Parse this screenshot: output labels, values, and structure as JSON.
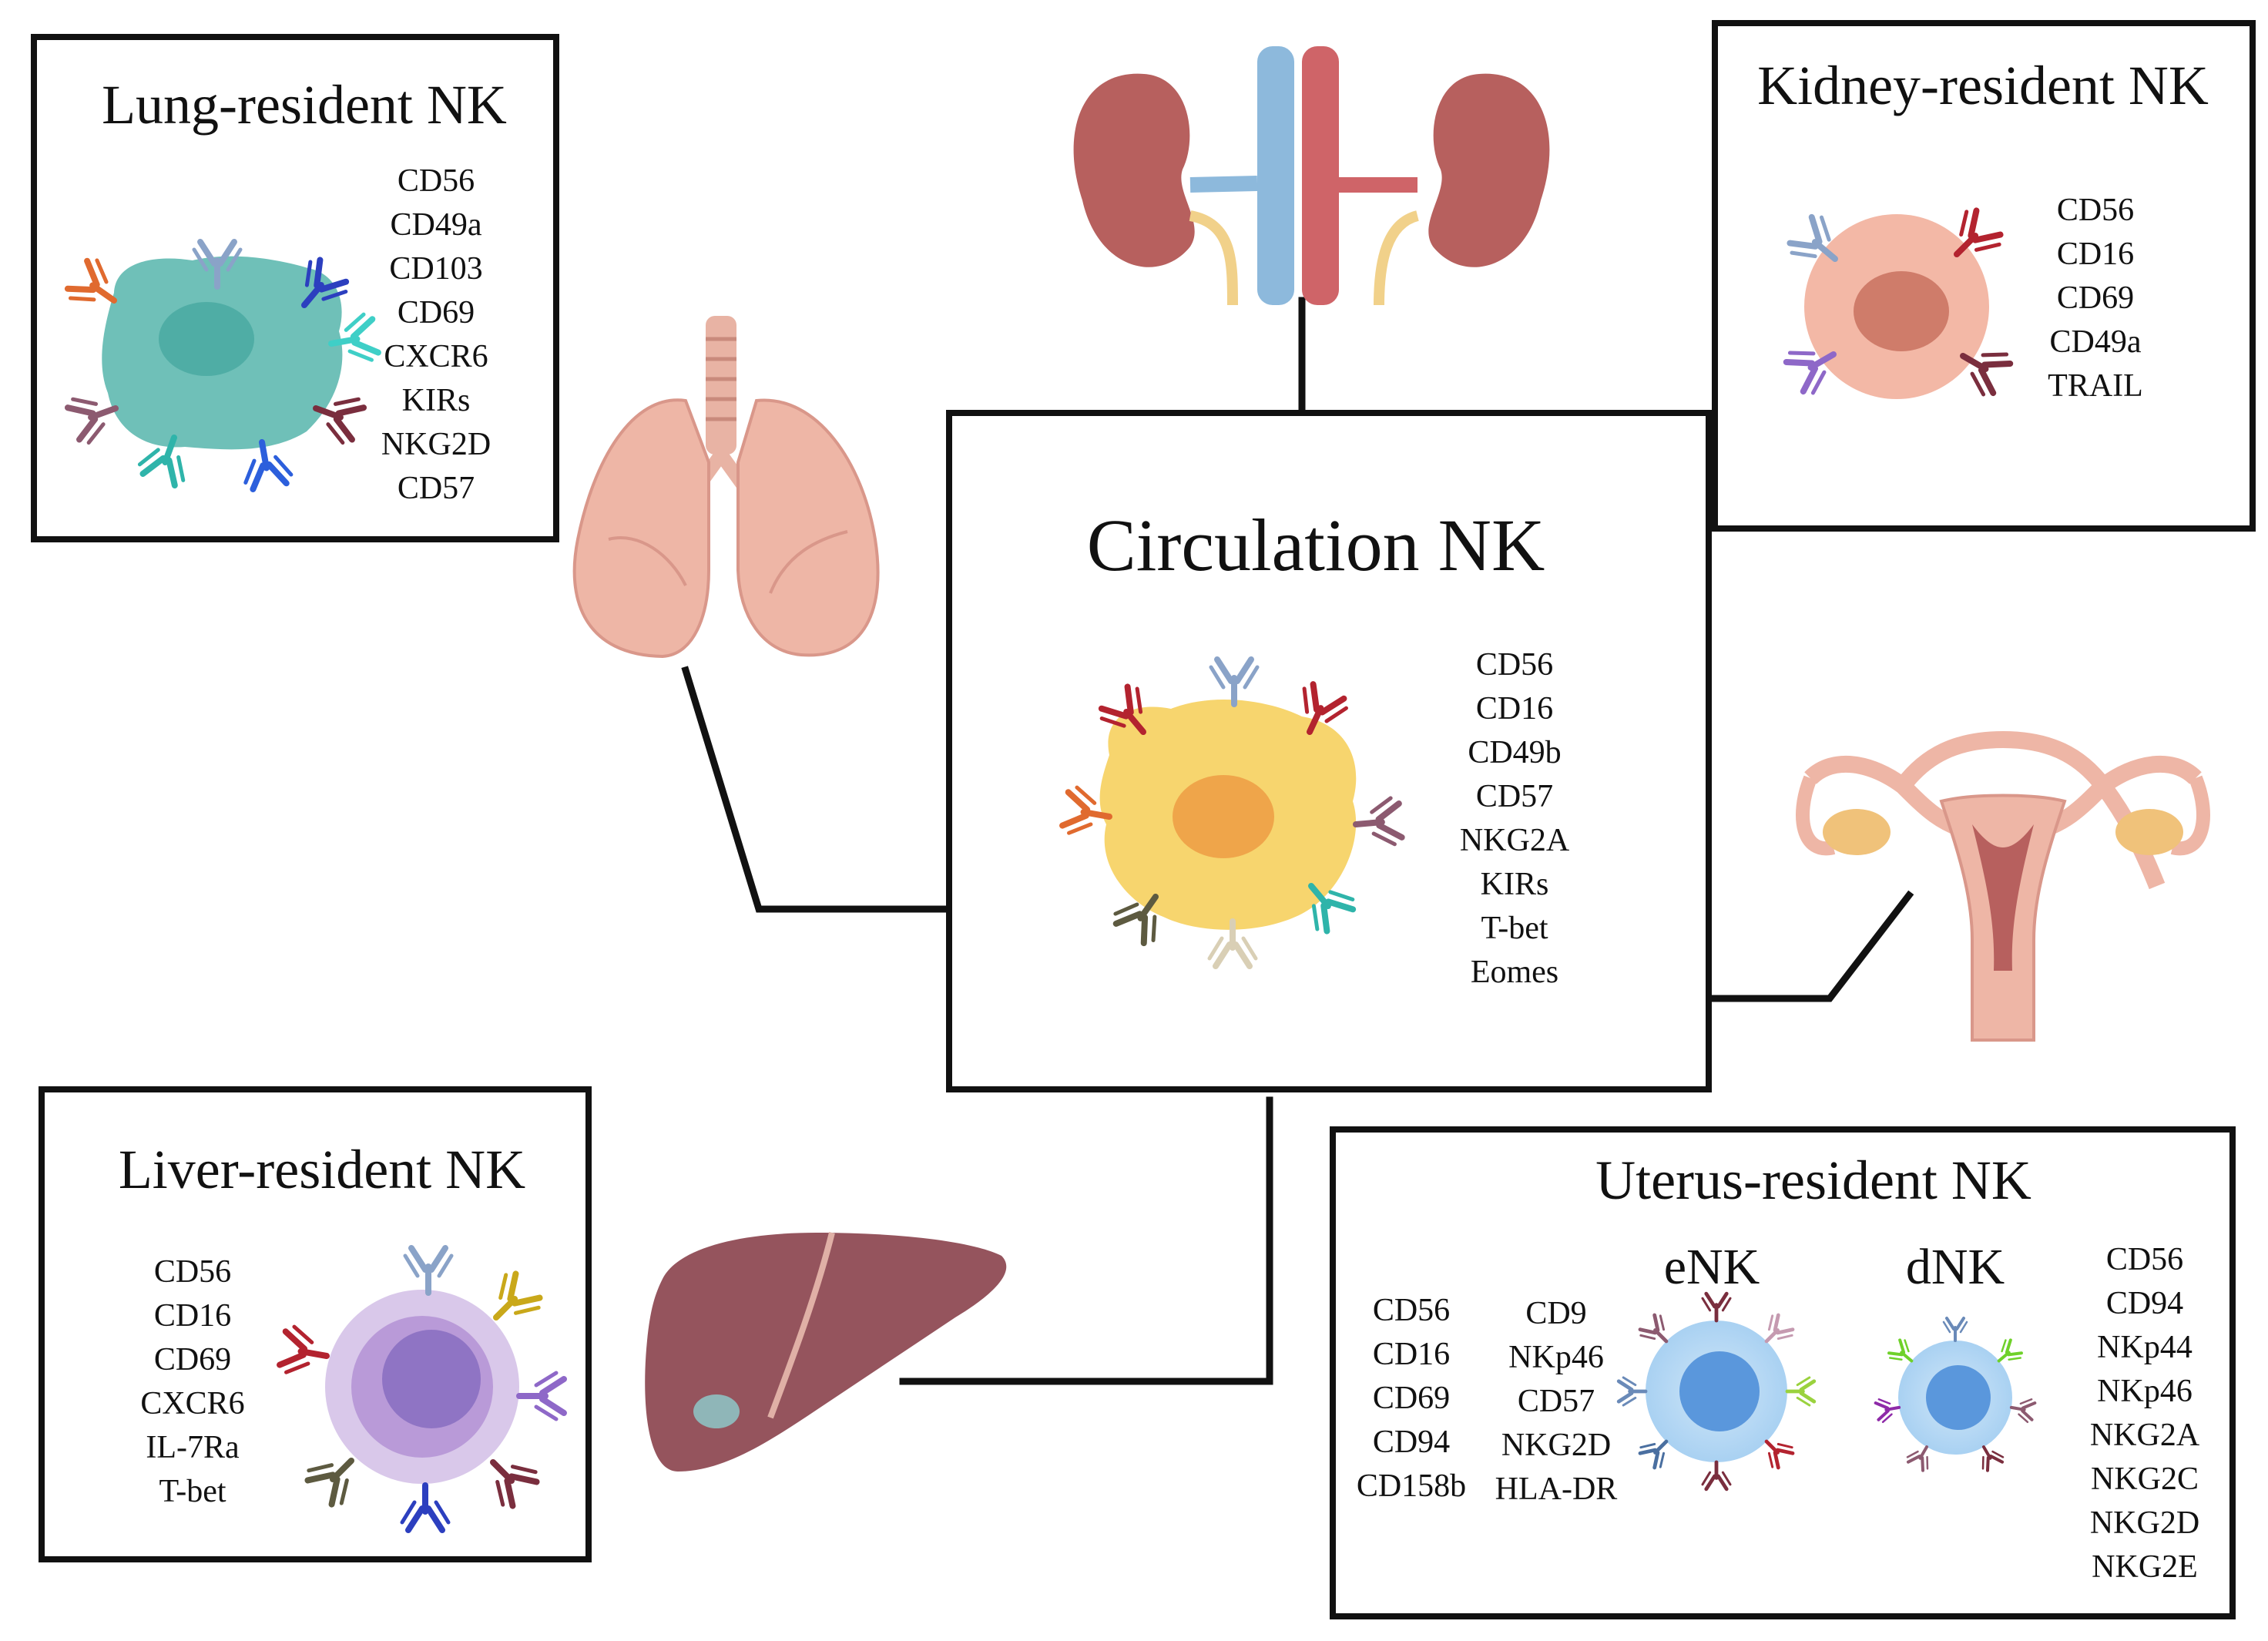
{
  "boxes": {
    "circulation": {
      "title": "Circulation NK",
      "markers": [
        "CD56",
        "CD16",
        "CD49b",
        "CD57",
        "NKG2A",
        "KIRs",
        "T-bet",
        "Eomes"
      ]
    },
    "lung": {
      "title": "Lung-resident NK",
      "markers": [
        "CD56",
        "CD49a",
        "CD103",
        "CD69",
        "CXCR6",
        "KIRs",
        "NKG2D",
        "CD57"
      ]
    },
    "kidney": {
      "title": "Kidney-resident NK",
      "markers": [
        "CD56",
        "CD16",
        "CD69",
        "CD49a",
        "TRAIL"
      ]
    },
    "liver": {
      "title": "Liver-resident NK",
      "markers": [
        "CD56",
        "CD16",
        "CD69",
        "CXCR6",
        "IL-7Ra",
        "T-bet"
      ]
    },
    "uterus": {
      "title": "Uterus-resident NK",
      "enk_label": "eNK",
      "dnk_label": "dNK",
      "markers_col1": [
        "CD56",
        "CD16",
        "CD69",
        "CD94",
        "CD158b"
      ],
      "markers_col2": [
        "CD9",
        "NKp46",
        "CD57",
        "NKG2D",
        "HLA-DR"
      ],
      "markers_dnk": [
        "CD56",
        "CD94",
        "NKp44",
        "NKp46",
        "NKG2A",
        "NKG2C",
        "NKG2D",
        "NKG2E"
      ]
    }
  },
  "colors": {
    "lung_cell": "#6fc0b8",
    "circulation_cell": "#f7d56e",
    "kidney_cell": "#f3b8a6",
    "liver_cell": "#b99ad8",
    "uterus_cell": "#8fc2ee",
    "organ_pink": "#eeb6a6",
    "organ_red": "#b7605e",
    "liver_brown": "#95545d",
    "vein_blue": "#8db9dc",
    "artery_red": "#cf6468"
  }
}
